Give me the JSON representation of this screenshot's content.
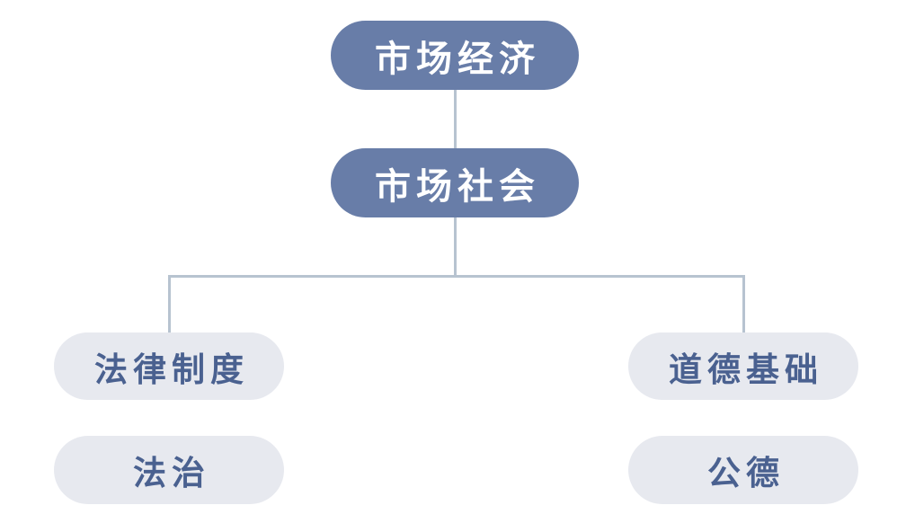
{
  "diagram": {
    "colors": {
      "background": "#ffffff",
      "primary_node_bg": "#687da8",
      "primary_node_text": "#ffffff",
      "secondary_node_bg": "#e7e9ef",
      "secondary_node_text": "#4a6190",
      "connector": "#b7c3d0"
    },
    "nodes": {
      "root": {
        "label": "市场经济"
      },
      "child": {
        "label": "市场社会"
      },
      "branch_left_main": {
        "label": "法律制度"
      },
      "branch_left_sub": {
        "label": "法治"
      },
      "branch_right_main": {
        "label": "道德基础"
      },
      "branch_right_sub": {
        "label": "公德"
      }
    },
    "edges": [
      {
        "from": "root",
        "to": "child"
      },
      {
        "from": "child",
        "to": "branch_left_main"
      },
      {
        "from": "child",
        "to": "branch_right_main"
      }
    ]
  }
}
